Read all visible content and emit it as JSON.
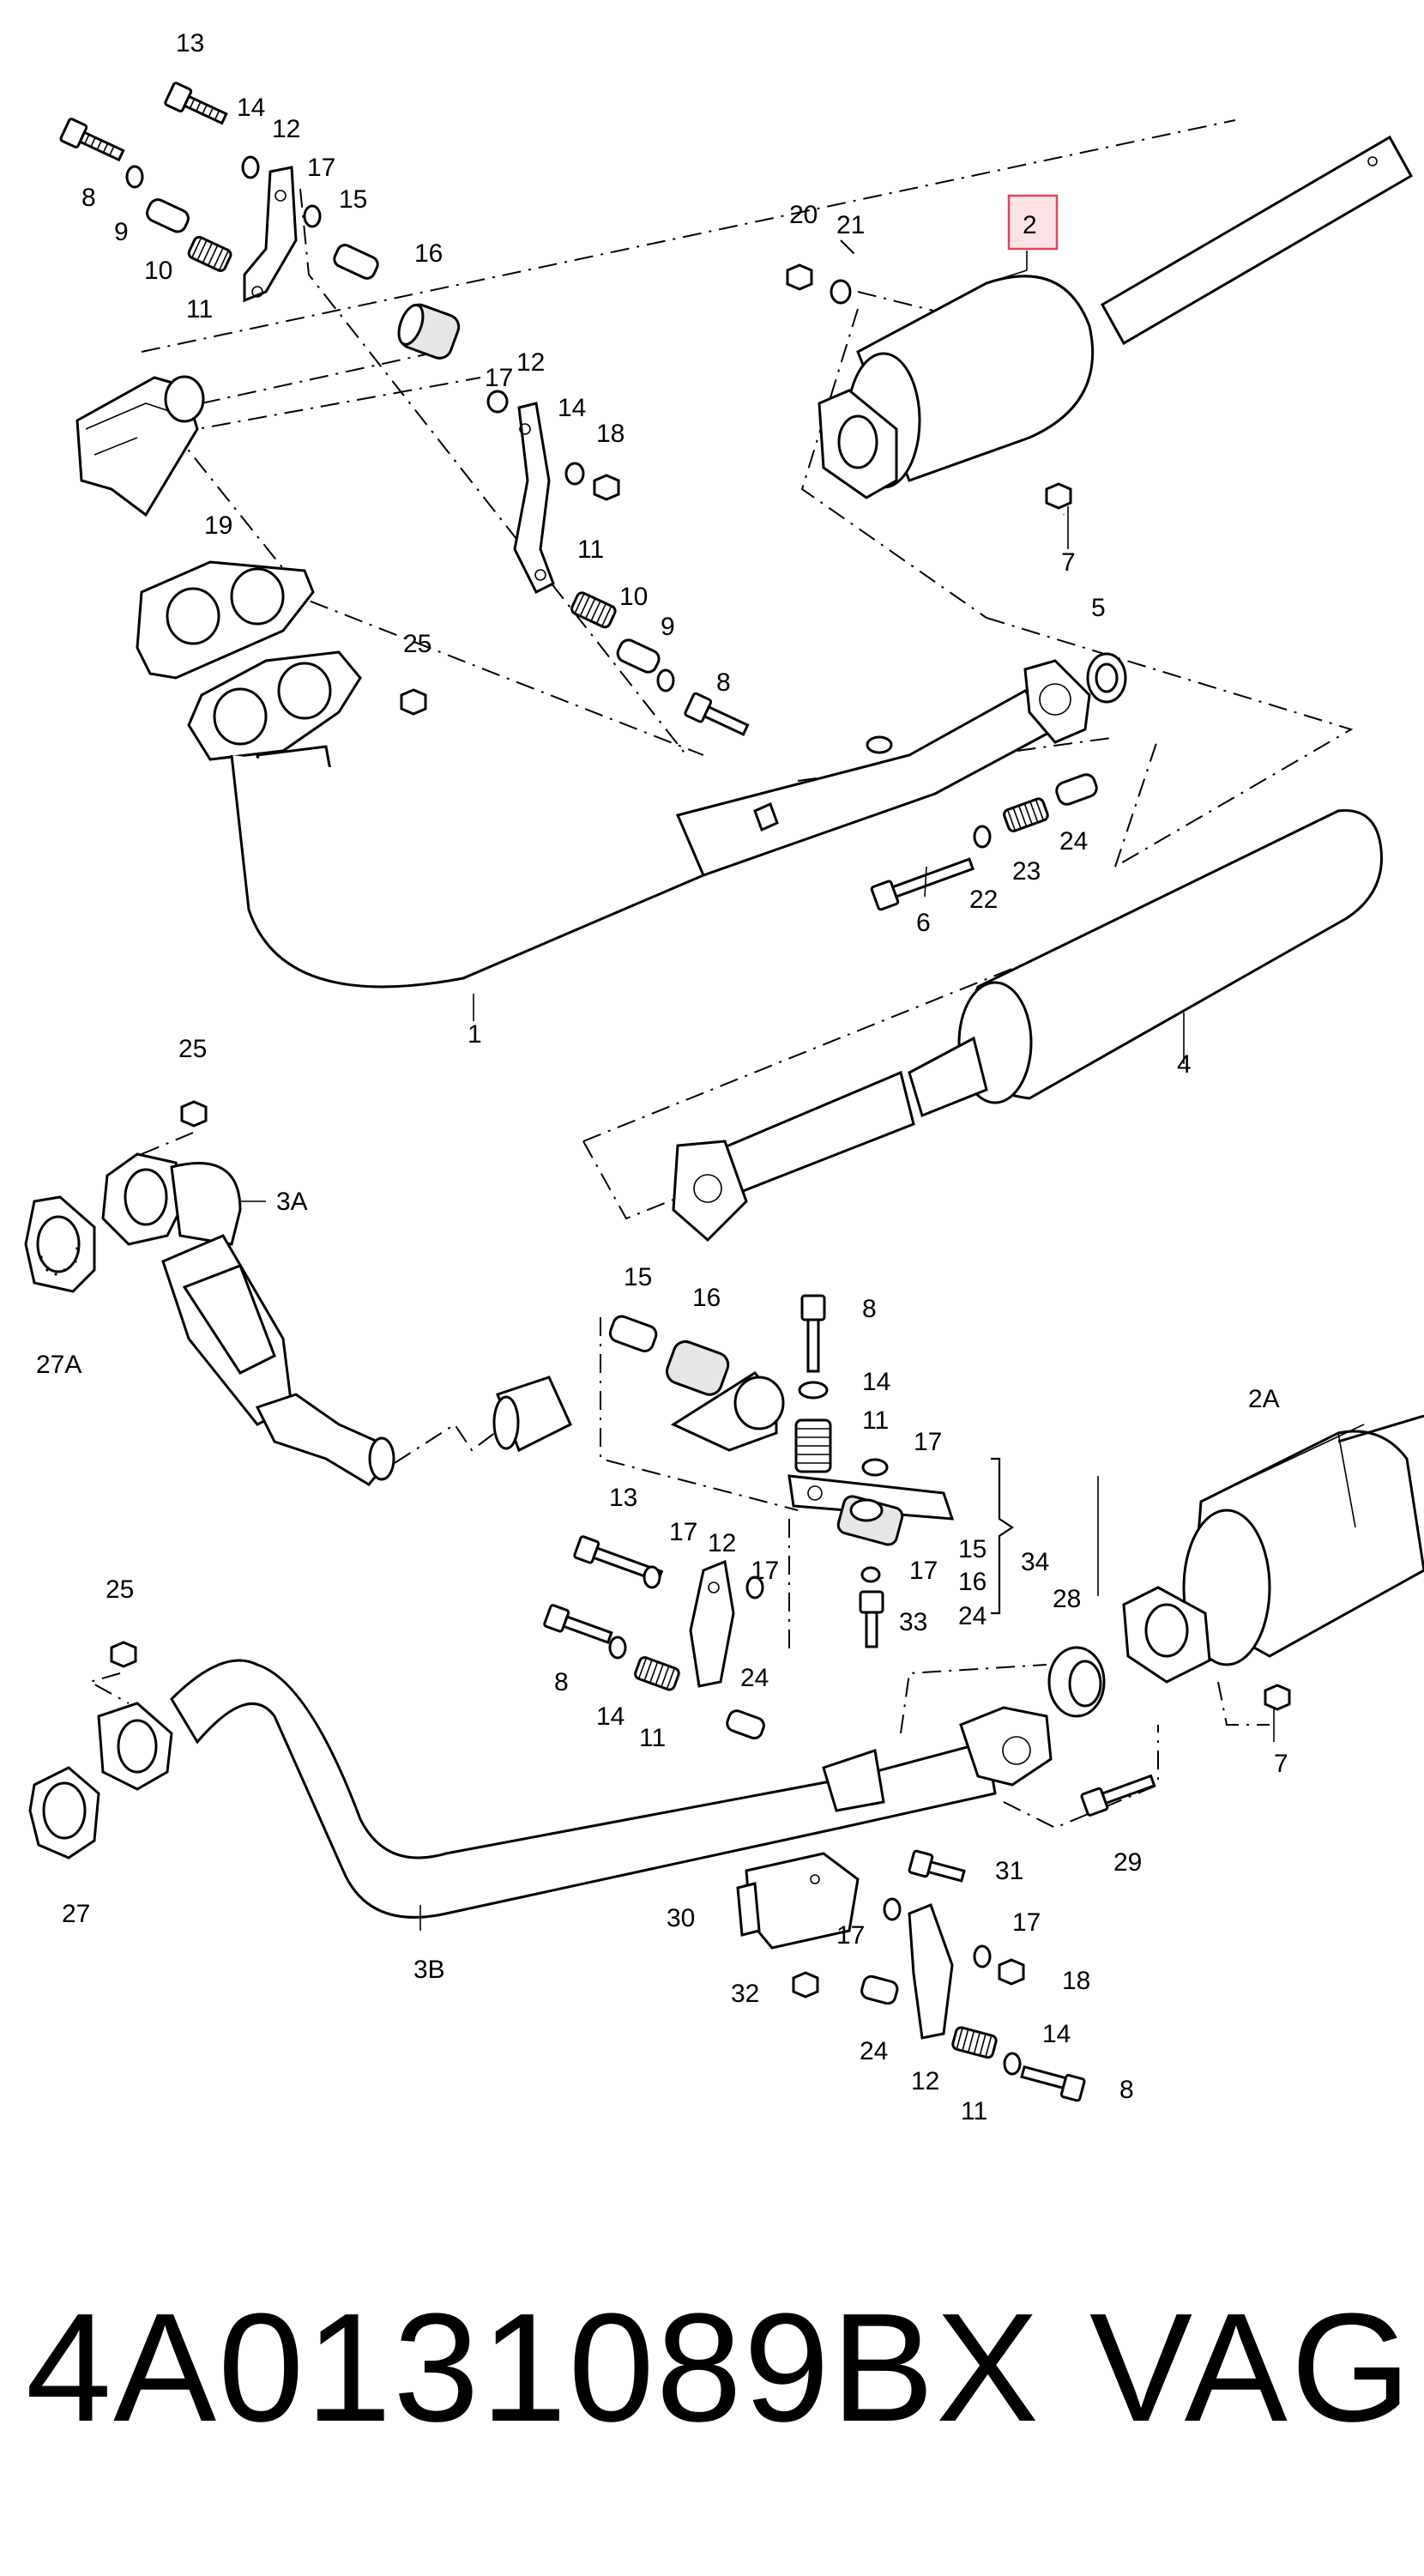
{
  "labels": {
    "l1": "1",
    "l2": "2",
    "l2A": "2A",
    "l3A": "3A",
    "l3B": "3B",
    "l4": "4",
    "l5": "5",
    "l6": "6",
    "l7a": "7",
    "l7b": "7",
    "l8a": "8",
    "l8b": "8",
    "l8c": "8",
    "l8d": "8",
    "l8e": "8",
    "l9a": "9",
    "l9b": "9",
    "l10a": "10",
    "l10b": "10",
    "l11a": "11",
    "l11b": "11",
    "l11c": "11",
    "l11d": "11",
    "l11e": "11",
    "l12a": "12",
    "l12b": "12",
    "l12c": "12",
    "l12d": "12",
    "l13a": "13",
    "l13b": "13",
    "l14a": "14",
    "l14b": "14",
    "l14c": "14",
    "l14d": "14",
    "l14e": "14",
    "l15a": "15",
    "l15b": "15",
    "l15c": "15",
    "l16a": "16",
    "l16b": "16",
    "l16c": "16",
    "l17a": "17",
    "l17b": "17",
    "l17c": "17",
    "l17d": "17",
    "l17e": "17",
    "l17f": "17",
    "l17g": "17",
    "l17h": "17",
    "l18a": "18",
    "l18b": "18",
    "l19": "19",
    "l20": "20",
    "l21": "21",
    "l22": "22",
    "l23": "23",
    "l24a": "24",
    "l24b": "24",
    "l24c": "24",
    "l24d": "24",
    "l25a": "25",
    "l25b": "25",
    "l25c": "25",
    "l27": "27",
    "l27A": "27A",
    "l28": "28",
    "l29": "29",
    "l30": "30",
    "l31": "31",
    "l32": "32",
    "l33": "33",
    "l34": "34"
  },
  "footer": {
    "part_number": "4A0131089BX",
    "brand": "VAG"
  },
  "colors": {
    "highlight_fill": "#fde3e6",
    "highlight_stroke": "#d9485f",
    "ink": "#000000"
  }
}
